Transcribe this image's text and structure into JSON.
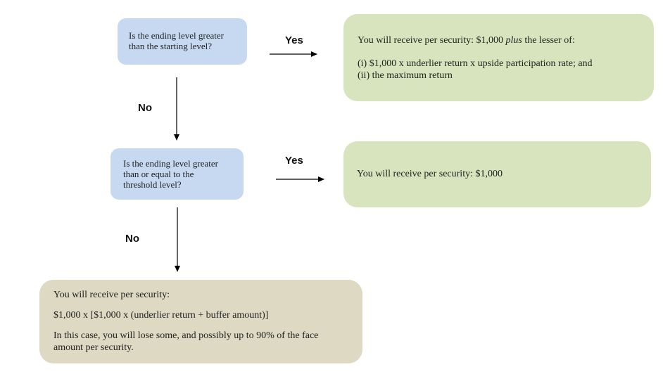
{
  "question1": {
    "text": "Is the ending level greater than the starting level?",
    "line1": "Is the ending level greater",
    "line2": "than the starting level?"
  },
  "question2": {
    "line1": "Is the ending level greater",
    "line2": "than or equal to the",
    "line3": "threshold level?"
  },
  "labels": {
    "yes1": "Yes",
    "no1": "No",
    "yes2": "Yes",
    "no2": "No"
  },
  "outcome1": {
    "intro_prefix": "You will receive per security: $1,000 ",
    "intro_italic": "plus",
    "intro_suffix": " the lesser of:",
    "item1": "(i) $1,000 x underlier return x upside participation rate; and",
    "item2": "(ii) the maximum return"
  },
  "outcome2": {
    "text": "You will receive per security: $1,000"
  },
  "outcome3": {
    "line1": "You will receive per security:",
    "formula": "$1,000 x [$1,000 x (underlier return + buffer amount)]",
    "note_line1": "In this case, you will lose some, and possibly up to 90% of the face",
    "note_line2": "amount per security."
  },
  "colors": {
    "question_fill": "#c6d9f1",
    "positive_outcome_fill": "#d7e4bd",
    "loss_outcome_fill": "#ddd9c3",
    "arrow": "#000000"
  }
}
